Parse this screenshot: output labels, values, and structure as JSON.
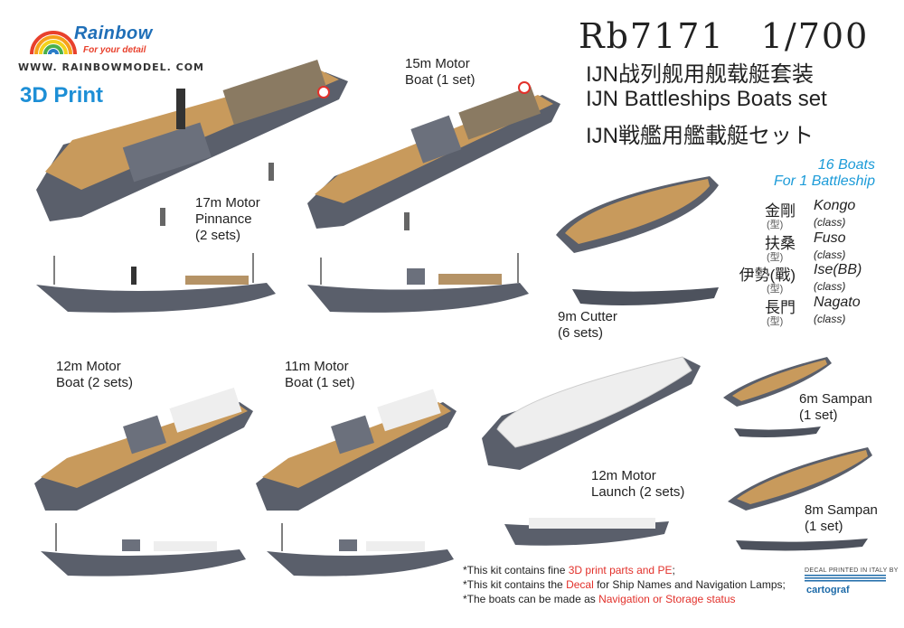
{
  "logo": {
    "brand": "Rainbow",
    "tagline": "For your detail",
    "website": "WWW. RAINBOWMODEL. COM",
    "badge": "3D Print"
  },
  "title": {
    "code": "Rb7171",
    "scale": "1/700",
    "line_cn": "IJN战列舰用舰载艇套装",
    "line_en": "IJN Battleships Boats set",
    "line_jp": "IJN戦艦用艦載艇セット"
  },
  "count": {
    "boats": "16 Boats",
    "per": "For 1 Battleship"
  },
  "classes": [
    {
      "cjk": "金剛",
      "sub": "(型)",
      "en": "Kongo",
      "en_sub": "(class)"
    },
    {
      "cjk": "扶桑",
      "sub": "(型)",
      "en": "Fuso",
      "en_sub": "(class)"
    },
    {
      "cjk": "伊勢(戰)",
      "sub": "(型)",
      "en": "Ise(BB)",
      "en_sub": "(class)"
    },
    {
      "cjk": "長門",
      "sub": "(型)",
      "en": "Nagato",
      "en_sub": "(class)"
    }
  ],
  "boats": {
    "pinnance17": [
      "17m Motor",
      "Pinnance",
      "(2 sets)"
    ],
    "motor15": [
      "15m Motor",
      "Boat (1 set)"
    ],
    "cutter9": [
      "9m Cutter",
      "(6 sets)"
    ],
    "motor12": [
      "12m Motor",
      "Boat (2 sets)"
    ],
    "motor11": [
      "11m Motor",
      "Boat (1 set)"
    ],
    "launch12": [
      "12m Motor",
      "Launch (2 sets)"
    ],
    "sampan6": [
      "6m Sampan",
      "(1 set)"
    ],
    "sampan8": [
      "8m Sampan",
      "(1 set)"
    ]
  },
  "notes": {
    "n1_pre": "*This kit contains fine ",
    "n1_red": "3D print parts and PE",
    "n1_post": ";",
    "n2_pre": "*This kit contains the ",
    "n2_red": "Decal",
    "n2_post": " for Ship Names and Navigation Lamps;",
    "n3_pre": "*The boats can be made as ",
    "n3_red": "Navigation or Storage status",
    "decal_small": "DECAL PRINTED IN ITALY BY",
    "cartograf": "cartograf"
  },
  "colors": {
    "hull": "#5a5f6b",
    "deck": "#c89a5c",
    "cover": "#eeeeee",
    "accent_blue": "#1c9bd8",
    "accent_red": "#e2302a"
  }
}
